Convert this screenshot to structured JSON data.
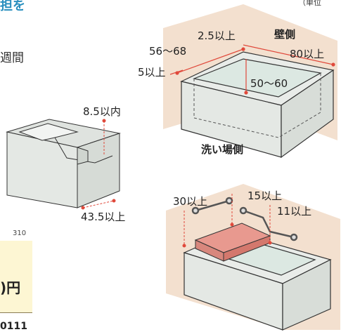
{
  "header": {
    "title_fragment": "担を",
    "unit_note": "（単位",
    "side_text": "週間"
  },
  "small_tub": {
    "labels": {
      "depth": "8.5以内",
      "width": "43.5以上"
    }
  },
  "tub_diagram": {
    "labels": {
      "wall_side": "壁側",
      "rim": "2.5以上",
      "length": "56〜68",
      "lip": "5以上",
      "width": "80以上",
      "height": "50〜60",
      "wash_side": "洗い場側"
    }
  },
  "handrail_diagram": {
    "labels": {
      "left": "30以上",
      "mid": "15以上",
      "right": "11以上"
    }
  },
  "footer": {
    "page_num": "310",
    "price_suffix": ")円",
    "code": "0111"
  },
  "colors": {
    "accent_blue": "#2a8fbf",
    "wall_beige": "#f3e0cf",
    "tub_gray": "#e4e8e4",
    "dim_red": "#e0493b",
    "seat_pink": "#e8998f",
    "note_yellow": "#fdf6d3"
  }
}
